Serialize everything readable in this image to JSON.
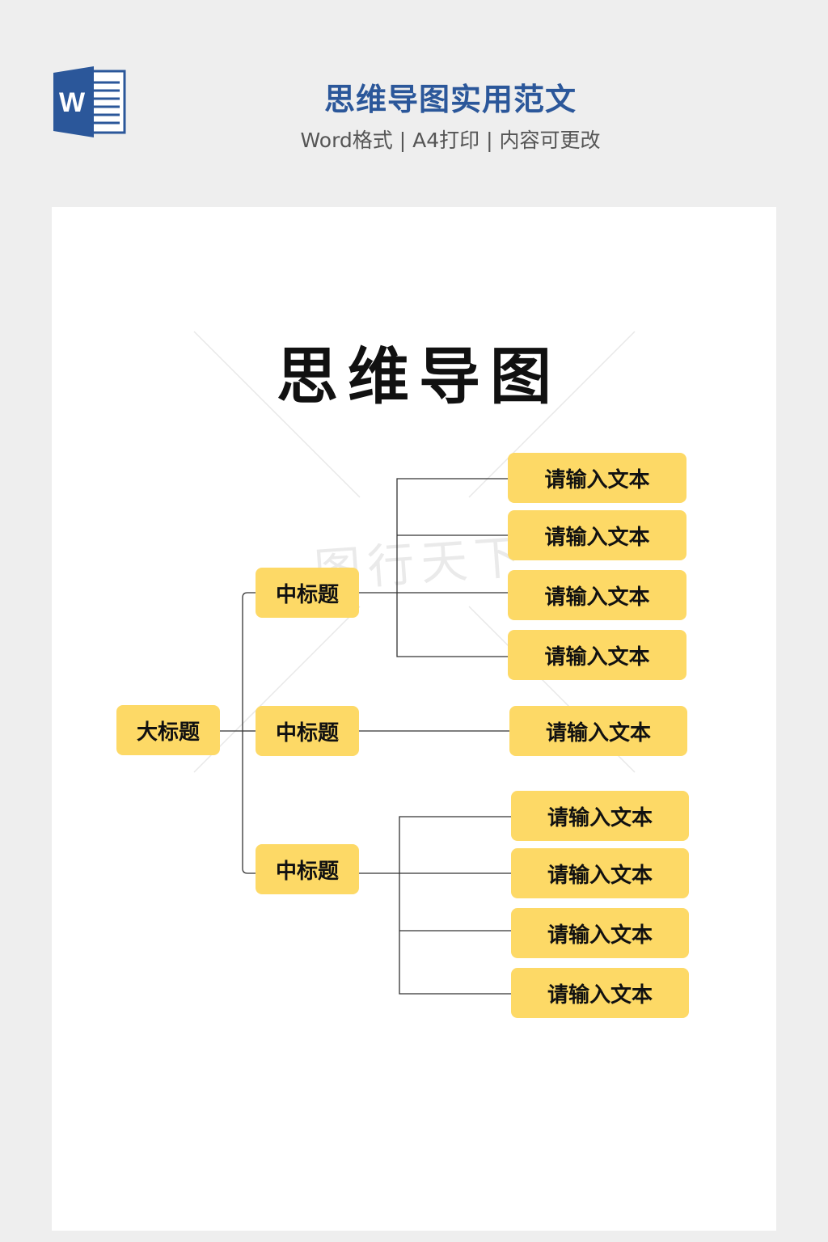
{
  "header": {
    "icon": "word-document-icon",
    "icon_letter": "W",
    "title": "思维导图实用范文",
    "subtitle": "Word格式 | A4打印 | 内容可更改"
  },
  "document": {
    "title": "思维导图"
  },
  "watermark": {
    "text": "图行天下"
  },
  "mindmap": {
    "root": "大标题",
    "branches": [
      {
        "label": "中标题",
        "leaves": [
          "请输入文本",
          "请输入文本",
          "请输入文本",
          "请输入文本"
        ]
      },
      {
        "label": "中标题",
        "leaves": [
          "请输入文本"
        ]
      },
      {
        "label": "中标题",
        "leaves": [
          "请输入文本",
          "请输入文本",
          "请输入文本",
          "请输入文本"
        ]
      }
    ]
  },
  "colors": {
    "node_fill": "#fdd966",
    "brand_blue": "#2b579a",
    "connector": "#333333"
  }
}
